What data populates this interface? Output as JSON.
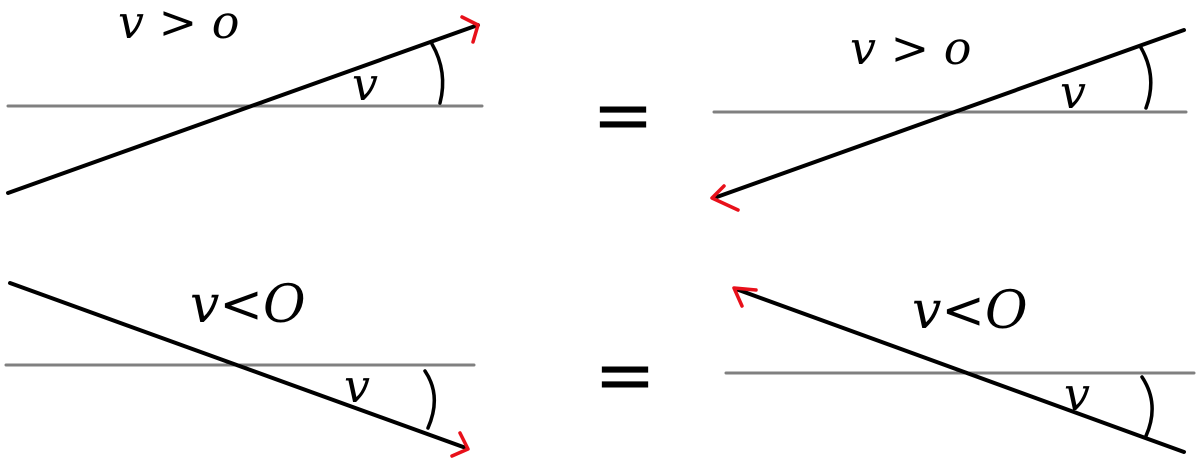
{
  "colors": {
    "ray": "#000000",
    "axis": "#808080",
    "arrowhead": "#e8101a"
  },
  "panels": [
    {
      "id": "top-left",
      "condition_label": "v > o",
      "angle_label": "v",
      "slope_direction": "rising",
      "arrow_at": "upper-right end"
    },
    {
      "id": "top-right",
      "condition_label": "v > o",
      "angle_label": "v",
      "slope_direction": "rising",
      "arrow_at": "lower-left end"
    },
    {
      "id": "bottom-left",
      "condition_label": "v<O",
      "angle_label": "v",
      "slope_direction": "falling",
      "arrow_at": "lower-right end"
    },
    {
      "id": "bottom-right",
      "condition_label": "v<O",
      "angle_label": "v",
      "slope_direction": "falling",
      "arrow_at": "upper-left end"
    }
  ],
  "equals_signs": [
    "=",
    "="
  ]
}
